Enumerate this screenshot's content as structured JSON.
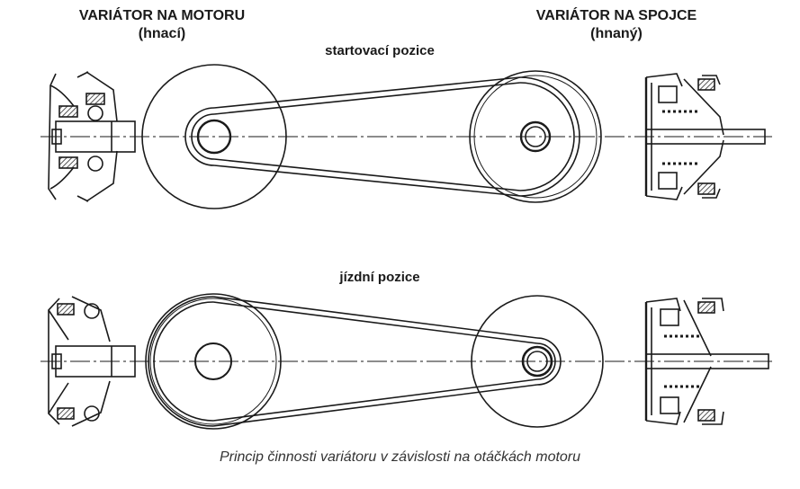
{
  "labels": {
    "left_title": "VARIÁTOR NA MOTORU",
    "left_sub": "(hnací)",
    "right_title": "VARIÁTOR NA SPOJCE",
    "right_sub": "(hnaný)",
    "start_position": "startovací pozice",
    "drive_position": "jízdní pozice",
    "caption": "Princip činnosti variátoru v závislosti na otáčkách motoru"
  },
  "colors": {
    "ink": "#1a1a1a",
    "hatch": "#555555",
    "background": "#ffffff"
  }
}
